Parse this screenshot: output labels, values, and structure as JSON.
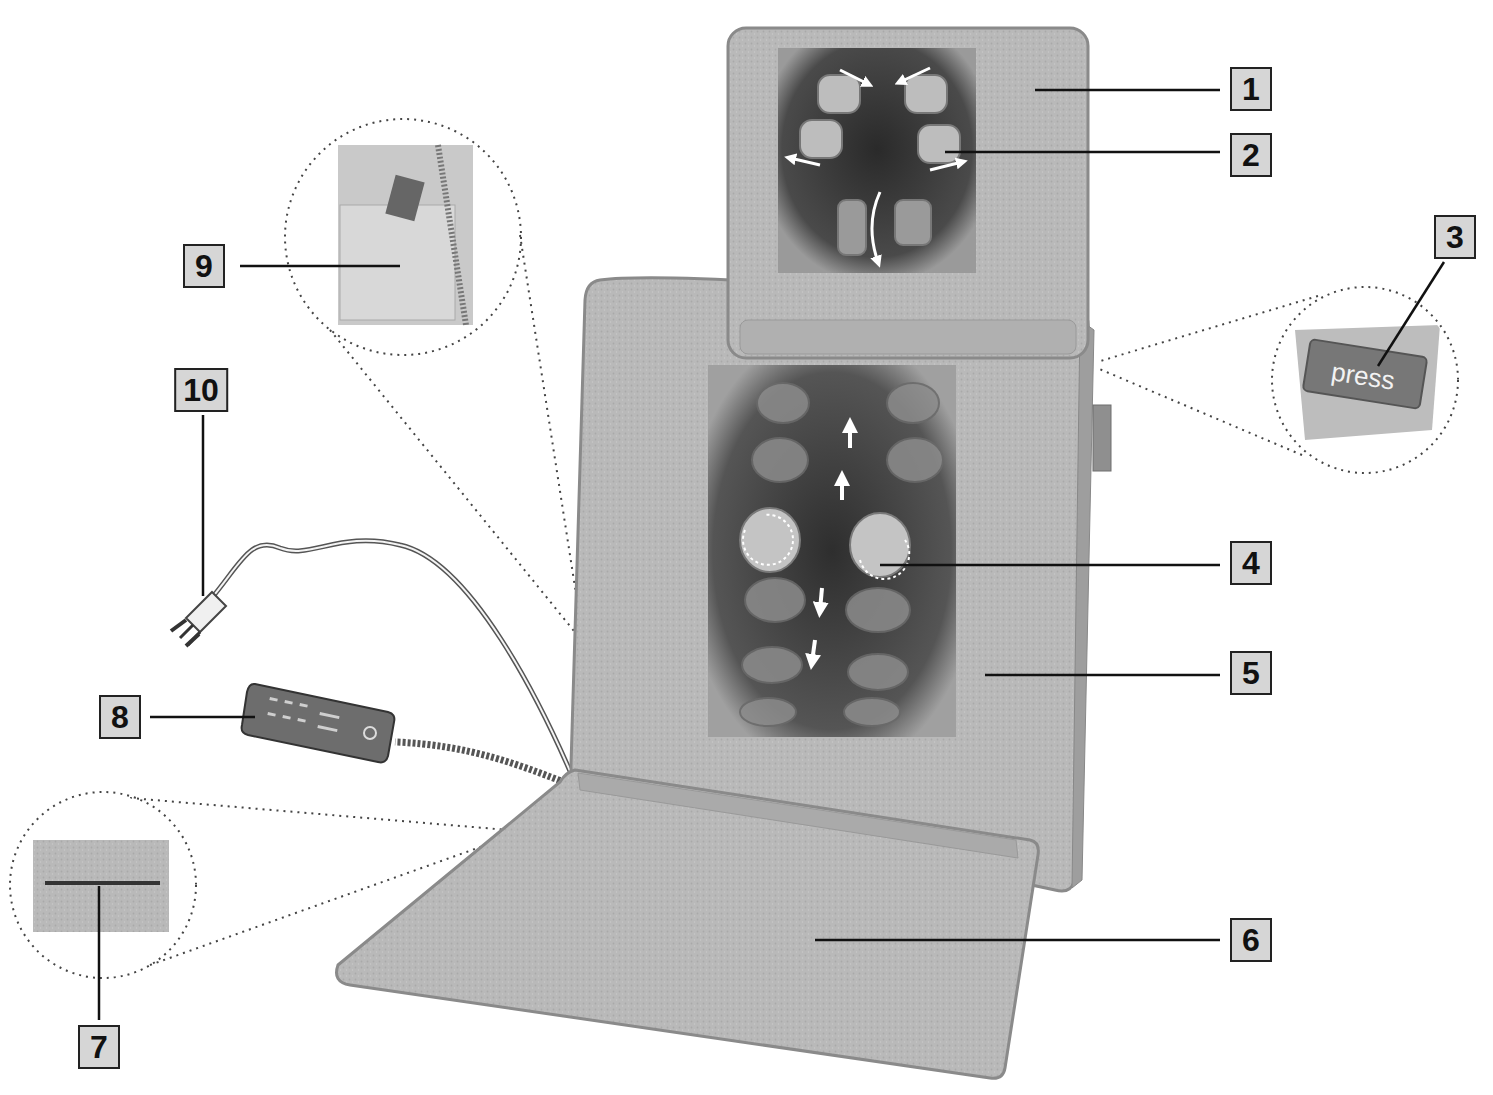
{
  "diagram": {
    "labels": [
      "1",
      "2",
      "3",
      "4",
      "5",
      "6",
      "7",
      "8",
      "9",
      "10",
      "press"
    ]
  }
}
